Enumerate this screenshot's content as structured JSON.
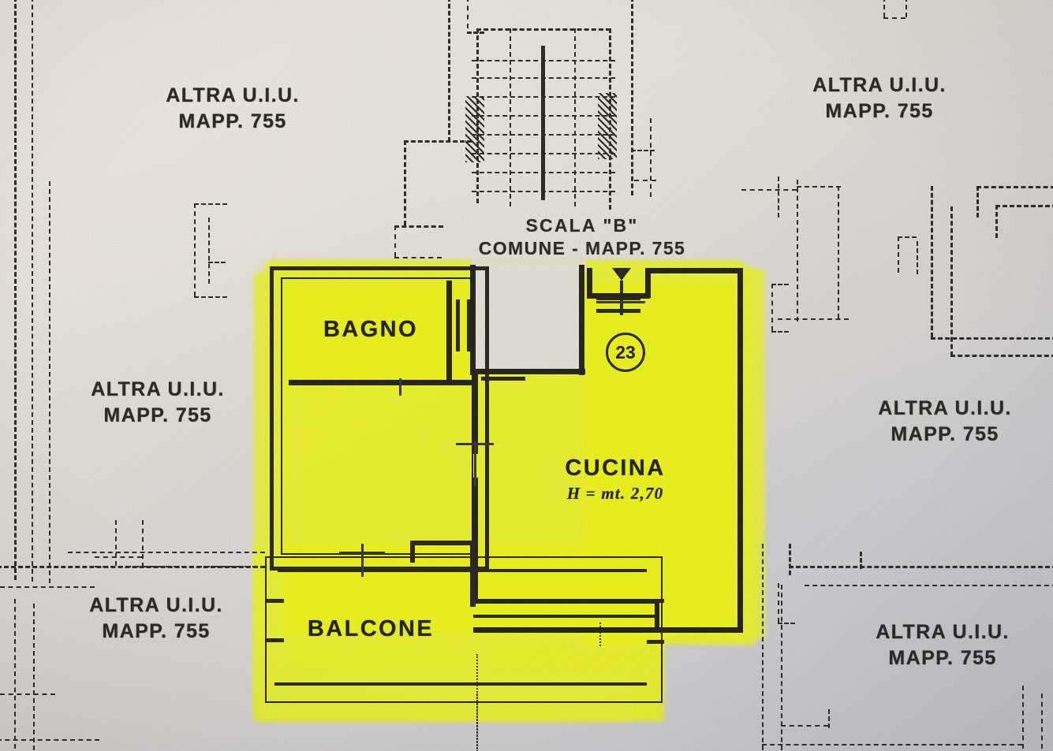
{
  "document": {
    "type": "cadastral-floor-plan",
    "language": "it",
    "background_color": "#ddd9d3",
    "highlight_color": "#e9ef1c",
    "ink_color": "#2b2b21"
  },
  "neighbour_units": [
    {
      "id": "top-left",
      "line1": "ALTRA U.I.U.",
      "line2": "MAPP. 755"
    },
    {
      "id": "top-right",
      "line1": "ALTRA U.I.U.",
      "line2": "MAPP. 755"
    },
    {
      "id": "mid-left",
      "line1": "ALTRA U.I.U.",
      "line2": "MAPP. 755"
    },
    {
      "id": "mid-right",
      "line1": "ALTRA U.I.U.",
      "line2": "MAPP. 755"
    },
    {
      "id": "bottom-left",
      "line1": "ALTRA U.I.U.",
      "line2": "MAPP. 755"
    },
    {
      "id": "bottom-right",
      "line1": "ALTRA U.I.U.",
      "line2": "MAPP. 755"
    }
  ],
  "stairwell": {
    "line1": "SCALA \"B\"",
    "line2": "COMUNE - MAPP. 755"
  },
  "rooms": [
    {
      "id": "bagno",
      "name": "BAGNO",
      "height_note": ""
    },
    {
      "id": "cucina",
      "name": "CUCINA",
      "height_note": "H = mt. 2,70"
    },
    {
      "id": "balcone",
      "name": "BALCONE",
      "height_note": ""
    }
  ],
  "markers": [
    {
      "id": "unit-number",
      "value": "23",
      "shape": "circle"
    }
  ]
}
